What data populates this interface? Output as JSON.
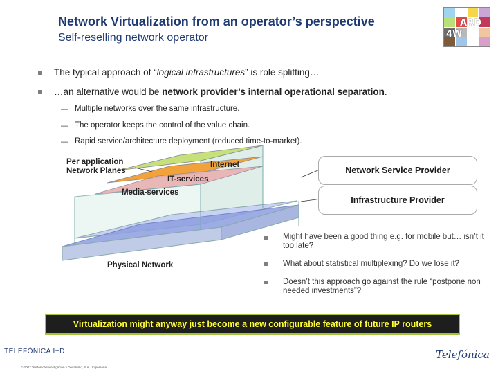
{
  "header": {
    "title": "Network Virtualization from an operator’s perspective",
    "subtitle": "Self-reselling network operator",
    "logo": {
      "letters": "ARD",
      "sub": "4W"
    }
  },
  "bullets": [
    {
      "prefix": "The typical approach of “",
      "italic": "logical infrastructures",
      "suffix": "” is role splitting…"
    },
    {
      "prefix": "…an alternative would be ",
      "underlined": "network provider’s internal operational separation",
      "suffix": "."
    }
  ],
  "dash_marker": "—",
  "sub_bullets": [
    "Multiple networks over the same infrastructure.",
    "The operator keeps the control of the value chain.",
    "Rapid service/architecture deployment (reduced time-to-market)."
  ],
  "diagram": {
    "label_planes": "Per application\nNetwork Planes",
    "label_internet": "Internet",
    "label_it": "IT-services",
    "label_media": "Media-services",
    "label_physical": "Physical Network",
    "nsp": "Network Service Provider",
    "ip": "Infrastructure Provider"
  },
  "questions": [
    "Might have been a good thing e.g. for mobile but… isn’t it too late?",
    "What about statistical multiplexing? Do we lose it?",
    "Doesn’t this approach go against the rule “postpone non needed investments”?"
  ],
  "banner": "Virtualization might anyway just become a new configurable feature of future IP routers",
  "footer": {
    "company": "TELEFÓNICA I+D",
    "copyright": "© 2007 Telefónica Investigación y Desarrollo, S.A. Unipersonal",
    "brand": "Telefónica"
  },
  "colors": {
    "title": "#1f3a73",
    "bullet": "#7f7f7f",
    "banner_bg": "#1e1e1e",
    "banner_text": "#ffff33",
    "banner_border": "#a3c43a",
    "plane_green": "#c6e07a",
    "plane_orange": "#f2a23a",
    "plane_pink": "#e8b0b0",
    "plane_blue": "#8d9fe0"
  }
}
